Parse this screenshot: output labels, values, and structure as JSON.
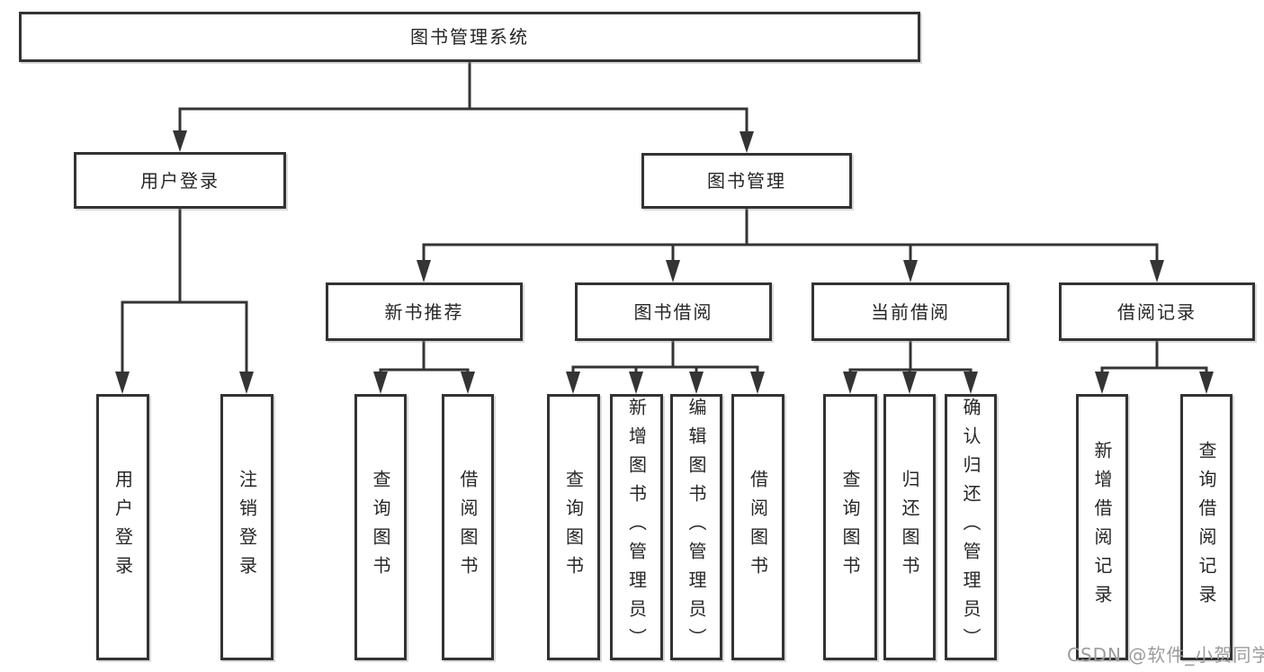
{
  "colors": {
    "background": "#ffffff",
    "line": "#343434",
    "box_border": "#333333",
    "text": "#262626",
    "watermark": "#9c9c9c"
  },
  "tree": {
    "root": "图书管理系统",
    "branches": [
      {
        "label": "用户登录",
        "leaves": [
          "用户登录",
          "注销登录"
        ]
      },
      {
        "label": "图书管理",
        "sections": [
          {
            "label": "新书推荐",
            "leaves": [
              "查询图书",
              "借阅图书"
            ]
          },
          {
            "label": "图书借阅",
            "leaves": [
              "查询图书",
              "新增图书（管理员）",
              "编辑图书（管理员）",
              "借阅图书"
            ]
          },
          {
            "label": "当前借阅",
            "leaves": [
              "查询图书",
              "归还图书",
              "确认归还（管理员）"
            ]
          },
          {
            "label": "借阅记录",
            "leaves": [
              "新增借阅记录",
              "查询借阅记录"
            ]
          }
        ]
      }
    ]
  },
  "watermark": {
    "text": "CSDN @软件_小贺同学"
  }
}
